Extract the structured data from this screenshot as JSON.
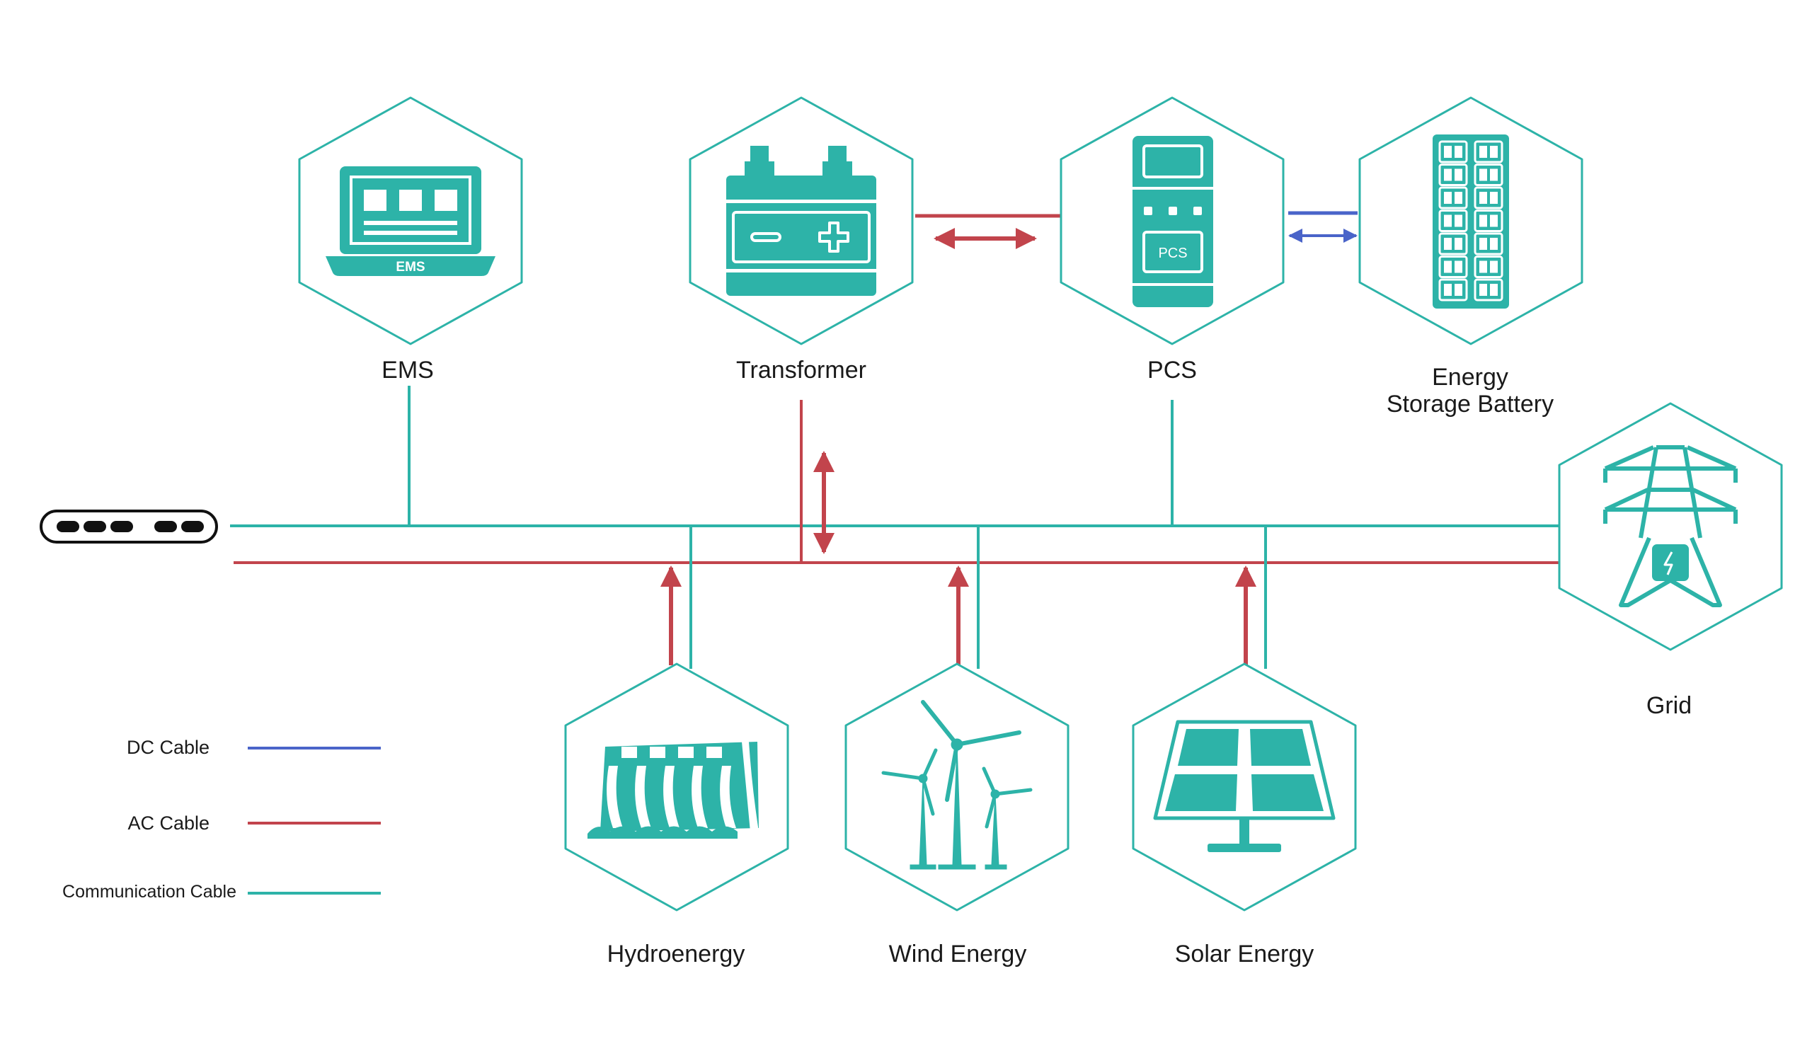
{
  "colors": {
    "teal": "#2db3a8",
    "red": "#c2444c",
    "blue": "#4a64c9",
    "text": "#1a1a1a"
  },
  "nodes": {
    "ems": {
      "label": "EMS",
      "icon": "laptop-icon",
      "icon_text": "EMS"
    },
    "transformer": {
      "label": "Transformer",
      "icon": "battery-icon"
    },
    "pcs": {
      "label": "PCS",
      "icon": "pcs-cabinet-icon",
      "icon_text": "PCS"
    },
    "battery": {
      "label_line1": "Energy",
      "label_line2": "Storage Battery",
      "icon": "battery-rack-icon"
    },
    "grid": {
      "label": "Grid",
      "icon": "power-tower-icon"
    },
    "hydro": {
      "label": "Hydroenergy",
      "icon": "dam-icon"
    },
    "wind": {
      "label": "Wind Energy",
      "icon": "wind-turbine-icon"
    },
    "solar": {
      "label": "Solar Energy",
      "icon": "solar-panel-icon"
    }
  },
  "legend": {
    "dc": "DC Cable",
    "ac": "AC Cable",
    "comm": "Communication Cable"
  },
  "bus": {
    "icon": "connector-plug-icon"
  }
}
